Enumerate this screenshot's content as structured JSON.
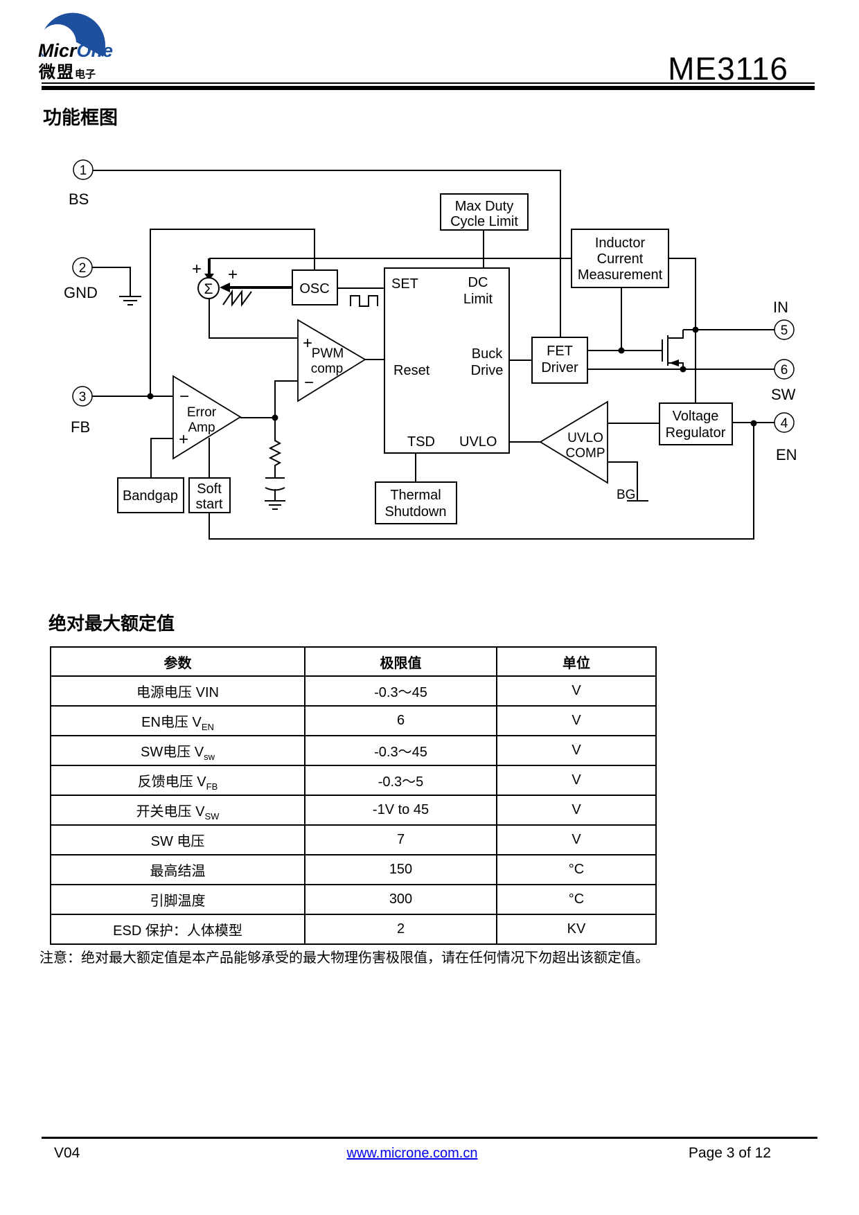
{
  "header": {
    "title": "ME3116",
    "logo": {
      "brand_black": "Micr",
      "brand_blue": "One",
      "cn_main": "微盟",
      "cn_sub": "电子"
    }
  },
  "diagram": {
    "title": "功能框图",
    "pins": {
      "bs": {
        "num": "1",
        "label": "BS"
      },
      "gnd": {
        "num": "2",
        "label": "GND"
      },
      "fb": {
        "num": "3",
        "label": "FB"
      },
      "in": {
        "num": "5",
        "label": "IN"
      },
      "sw": {
        "num": "6",
        "label": "SW"
      },
      "en": {
        "num": "4",
        "label": "EN"
      }
    },
    "blocks": {
      "max_duty": {
        "l1": "Max Duty",
        "l2": "Cycle Limit"
      },
      "icm": {
        "l1": "Inductor",
        "l2": "Current",
        "l3": "Measurement"
      },
      "osc": {
        "l1": "OSC"
      },
      "fet_driver": {
        "l1": "FET",
        "l2": "Driver"
      },
      "voltage_regulator": {
        "l1": "Voltage",
        "l2": "Regulator"
      },
      "thermal_shutdown": {
        "l1": "Thermal",
        "l2": "Shutdown"
      },
      "bandgap": {
        "l1": "Bandgap"
      },
      "soft_start": {
        "l1": "Soft",
        "l2": "start"
      },
      "pwm_comp": {
        "l1": "PWM",
        "l2": "comp"
      },
      "error_amp": {
        "l1": "Error",
        "l2": "Amp"
      },
      "uvlo_comp": {
        "l1": "UVLO",
        "l2": "COMP"
      },
      "bg": "BG"
    },
    "main_block": {
      "set": "SET",
      "dc1": "DC",
      "dc2": "Limit",
      "reset": "Reset",
      "buck1": "Buck",
      "buck2": "Drive",
      "tsd": "TSD",
      "uvlo": "UVLO"
    },
    "symbols": {
      "sigma": "Σ",
      "plus": "+",
      "minus": "−"
    }
  },
  "ratings": {
    "title": "绝对最大额定值",
    "table": {
      "headers": [
        "参数",
        "极限值",
        "单位"
      ],
      "rows": [
        {
          "param": "电源电压 VIN",
          "sub": "",
          "value": "-0.3～45",
          "unit": "V"
        },
        {
          "param": "EN电压 V",
          "sub": "EN",
          "value": "6",
          "unit": "V"
        },
        {
          "param": "SW电压 V",
          "sub": "sw",
          "value": "-0.3～45",
          "unit": "V"
        },
        {
          "param": "反馈电压 V",
          "sub": "FB",
          "value": "-0.3～5",
          "unit": "V"
        },
        {
          "param": "开关电压 V",
          "sub": "SW",
          "value": "-1V to 45",
          "unit": "V"
        },
        {
          "param": "SW 电压",
          "sub": "",
          "value": "7",
          "unit": "V"
        },
        {
          "param": "最高结温",
          "sub": "",
          "value": "150",
          "unit": "°C"
        },
        {
          "param": "引脚温度",
          "sub": "",
          "value": "300",
          "unit": "°C"
        },
        {
          "param": "ESD 保护：人体模型",
          "sub": "",
          "value": "2",
          "unit": "KV"
        }
      ]
    },
    "note": "注意：绝对最大额定值是本产品能够承受的最大物理伤害极限值，请在任何情况下勿超出该额定值。"
  },
  "footer": {
    "version": "V04",
    "url": "www.microne.com.cn",
    "page": "Page 3 of 12"
  },
  "colors": {
    "logo_blue": "#1d509e",
    "link_blue": "#0000ee",
    "ink": "#000000"
  }
}
